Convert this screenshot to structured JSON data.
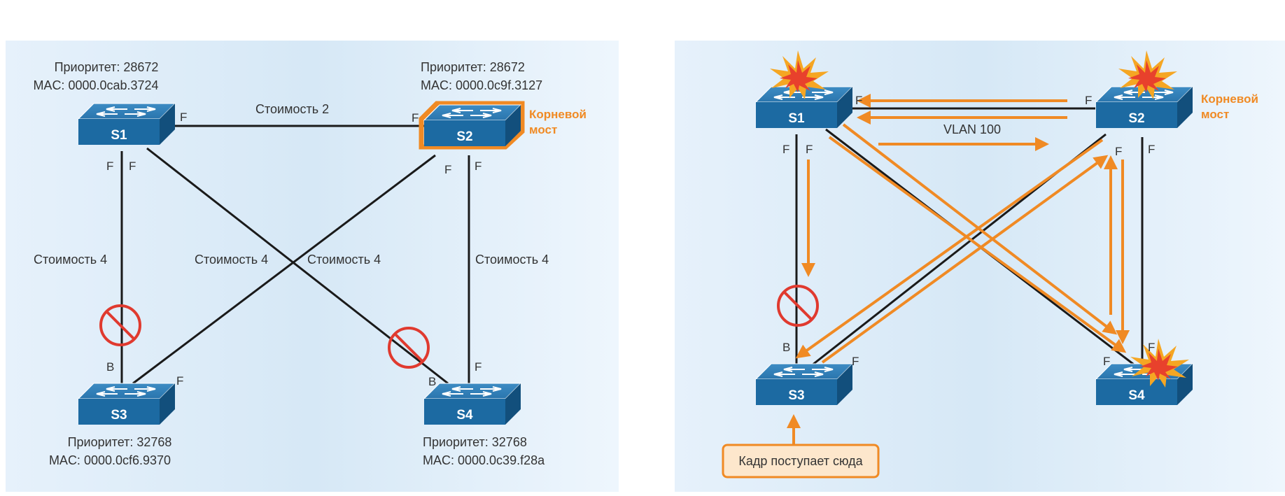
{
  "left": {
    "switches": [
      {
        "name": "S1",
        "priority": "Приоритет: 28672",
        "mac": "MAC: 0000.0cab.3724"
      },
      {
        "name": "S2",
        "priority": "Приоритет: 28672",
        "mac": "MAC: 0000.0c9f.3127"
      },
      {
        "name": "S3",
        "priority": "Приоритет: 32768",
        "mac": "MAC: 0000.0cf6.9370"
      },
      {
        "name": "S4",
        "priority": "Приоритет: 32768",
        "mac": "MAC: 0000.0c39.f28a"
      }
    ],
    "root_label": [
      "Корневой",
      "мост"
    ],
    "costs": {
      "s1_s2": "Стоимость 2",
      "s1_s3": "Стоимость 4",
      "s2_s3": "Стоимость 4",
      "s1_s4": "Стоимость 4",
      "s2_s4": "Стоимость 4"
    },
    "ports": {
      "forwarding": "F",
      "blocking": "B"
    }
  },
  "right": {
    "switches": [
      "S1",
      "S2",
      "S3",
      "S4"
    ],
    "root_label": [
      "Корневой",
      "мост"
    ],
    "vlan": "VLAN 100",
    "frame_callout": "Кадр поступает сюда",
    "ports": {
      "forwarding": "F",
      "blocking": "B"
    }
  },
  "colors": {
    "switch": "#1f6ea6",
    "root_outline": "#f08a24",
    "block_icon": "#e03a2f",
    "arrow": "#f08a24",
    "panel_bg": "#e3f0fa"
  }
}
